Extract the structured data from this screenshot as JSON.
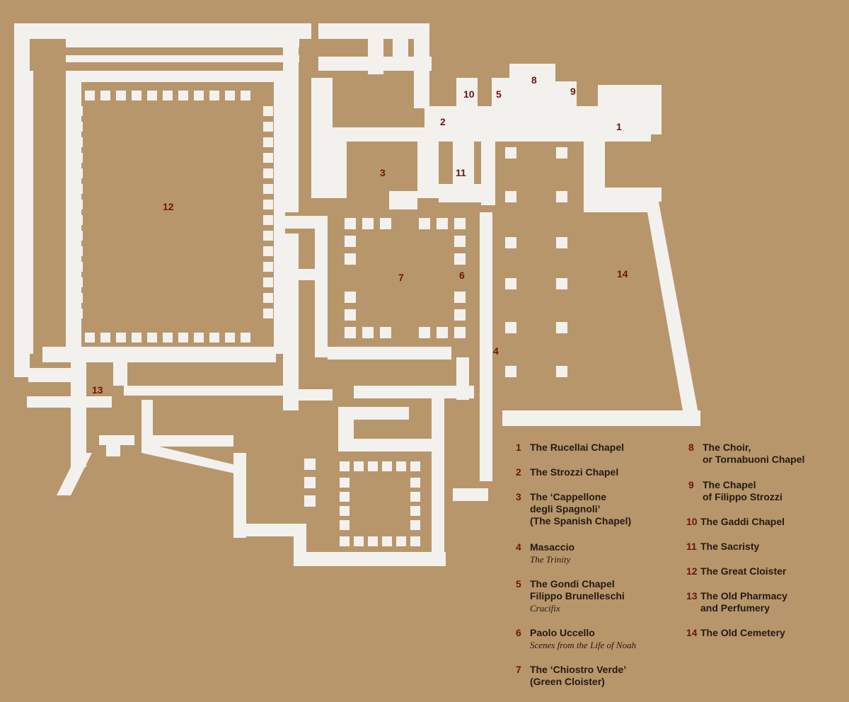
{
  "colors": {
    "background": "#b8966b",
    "walls": "#f2f1ee",
    "numbers": "#6e1410",
    "text": "#231a12"
  },
  "plan_labels": {
    "n1": "1",
    "n2": "2",
    "n3": "3",
    "n4": "4",
    "n5": "5",
    "n6": "6",
    "n7": "7",
    "n8": "8",
    "n9": "9",
    "n10": "10",
    "n11": "11",
    "n12": "12",
    "n13": "13",
    "n14": "14"
  },
  "legend": {
    "items": [
      {
        "num": "1",
        "title": "The Rucellai Chapel",
        "subtitle": ""
      },
      {
        "num": "2",
        "title": "The Strozzi Chapel",
        "subtitle": ""
      },
      {
        "num": "3",
        "title": "The ‘Cappellone\ndegli Spagnoli’\n(The Spanish Chapel)",
        "subtitle": ""
      },
      {
        "num": "4",
        "title": "Masaccio",
        "subtitle": "The Trinity"
      },
      {
        "num": "5",
        "title": "The Gondi Chapel\nFilippo Brunelleschi",
        "subtitle": "Crucifix"
      },
      {
        "num": "6",
        "title": "Paolo Uccello",
        "subtitle": "Scenes from the Life of Noah"
      },
      {
        "num": "7",
        "title": "The ‘Chiostro Verde’\n(Green Cloister)",
        "subtitle": ""
      },
      {
        "num": "8",
        "title": "The Choir,\nor Tornabuoni Chapel",
        "subtitle": ""
      },
      {
        "num": "9",
        "title": "The Chapel\nof Filippo Strozzi",
        "subtitle": ""
      },
      {
        "num": "10",
        "title": "The Gaddi Chapel",
        "subtitle": ""
      },
      {
        "num": "11",
        "title": "The Sacristy",
        "subtitle": ""
      },
      {
        "num": "12",
        "title": "The Great Cloister",
        "subtitle": ""
      },
      {
        "num": "13",
        "title": "The Old Pharmacy\nand Perfumery",
        "subtitle": ""
      },
      {
        "num": "14",
        "title": "The Old Cemetery",
        "subtitle": ""
      }
    ]
  }
}
